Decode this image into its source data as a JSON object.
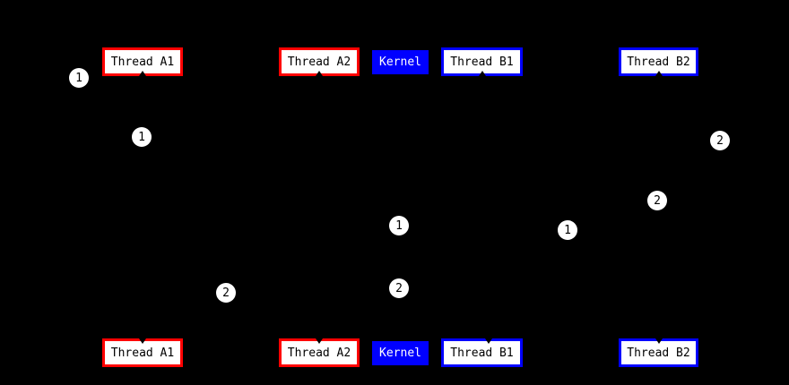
{
  "colors": {
    "background": "#000000",
    "red_border": "#ff0000",
    "blue_border": "#0000ff",
    "kernel_fill": "#0000ff",
    "kernel_text": "#ffffff",
    "box_fill": "#ffffff",
    "box_text": "#000000",
    "marker_fill": "#ffffff",
    "marker_text": "#000000",
    "edge_color": "#000000"
  },
  "diagram": {
    "top_row": [
      {
        "label": "Thread A1",
        "style": "thread-a"
      },
      {
        "label": "Thread A2",
        "style": "thread-a"
      },
      {
        "label": "Kernel",
        "style": "kernel"
      },
      {
        "label": "Thread B1",
        "style": "thread-b"
      },
      {
        "label": "Thread B2",
        "style": "thread-b"
      }
    ],
    "bottom_row": [
      {
        "label": "Thread A1",
        "style": "thread-a"
      },
      {
        "label": "Thread A2",
        "style": "thread-a"
      },
      {
        "label": "Kernel",
        "style": "kernel"
      },
      {
        "label": "Thread B1",
        "style": "thread-b"
      },
      {
        "label": "Thread B2",
        "style": "thread-b"
      }
    ],
    "step_markers": [
      {
        "label": "1"
      },
      {
        "label": "1"
      },
      {
        "label": "2"
      },
      {
        "label": "2"
      },
      {
        "label": "1"
      },
      {
        "label": "1"
      },
      {
        "label": "2"
      },
      {
        "label": "2"
      }
    ]
  }
}
